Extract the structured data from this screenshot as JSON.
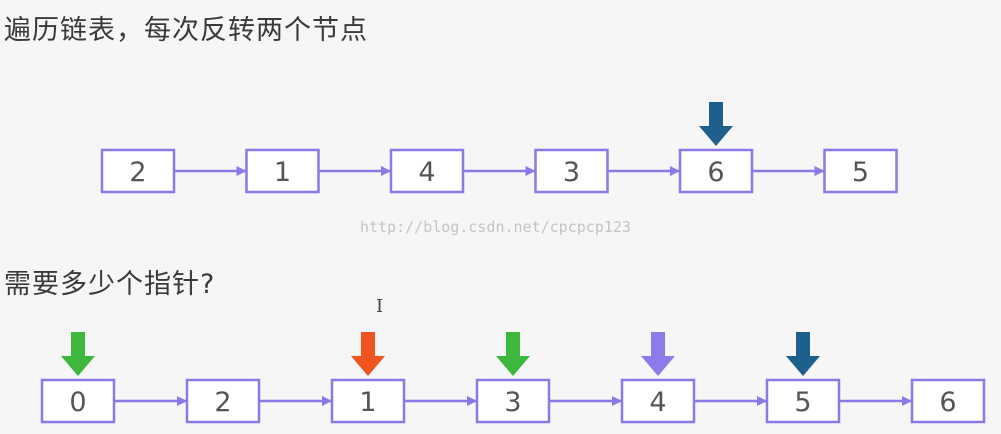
{
  "title_top": "遍历链表，每次反转两个节点",
  "title_bottom": "需要多少个指针?",
  "watermark": "http://blog.csdn.net/cpcpcp123",
  "cursor_glyph": "I",
  "colors": {
    "node_border": "#8a79e6",
    "link": "#8a79e6",
    "arrow_dark_blue": "#1f5f8e",
    "arrow_green": "#3db83d",
    "arrow_orange": "#f0541e",
    "arrow_purple": "#8e7ae8"
  },
  "list_top": {
    "nodes": [
      "2",
      "1",
      "4",
      "3",
      "6",
      "5"
    ],
    "pointers": [
      {
        "node_index": 4,
        "color": "#1f5f8e",
        "name": "pointer-arrow-dark-blue"
      }
    ]
  },
  "list_bottom": {
    "nodes": [
      "0",
      "2",
      "1",
      "3",
      "4",
      "5",
      "6"
    ],
    "pointers": [
      {
        "node_index": 0,
        "color": "#3db83d",
        "name": "pointer-arrow-green"
      },
      {
        "node_index": 2,
        "color": "#f0541e",
        "name": "pointer-arrow-orange"
      },
      {
        "node_index": 3,
        "color": "#3db83d",
        "name": "pointer-arrow-green"
      },
      {
        "node_index": 4,
        "color": "#8e7ae8",
        "name": "pointer-arrow-purple"
      },
      {
        "node_index": 5,
        "color": "#1f5f8e",
        "name": "pointer-arrow-dark-blue"
      }
    ]
  }
}
